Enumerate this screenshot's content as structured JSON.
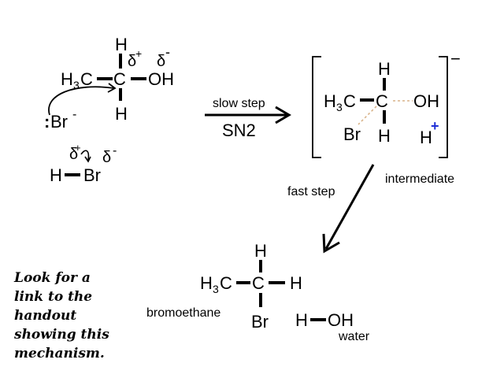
{
  "reactant": {
    "ch3": "H",
    "ch3_sub": "3",
    "ch3_c": "C",
    "carbon": "C",
    "h_top": "H",
    "h_bottom": "H",
    "oh": "OH",
    "delta_plus": "δ",
    "delta_plus_sign": "+",
    "delta_minus": "δ",
    "delta_minus_sign": "-",
    "bromide": "Br",
    "bromide_charge": "-",
    "lone_pair": ":"
  },
  "hbr": {
    "h": "H",
    "br": "Br",
    "delta_plus": "δ",
    "delta_plus_sign": "+",
    "delta_minus": "δ",
    "delta_minus_sign": "-"
  },
  "arrow_main": {
    "top_label": "slow step",
    "bottom_label": "SN2"
  },
  "intermediate": {
    "ch3": "H",
    "ch3_sub": "3",
    "ch3_c": "C",
    "carbon": "C",
    "h_top": "H",
    "h_bottom": "H",
    "oh": "OH",
    "br": "Br",
    "h_ion": "H",
    "h_ion_charge": "+",
    "bracket_charge": "−",
    "label": "intermediate"
  },
  "arrow_second": {
    "label": "fast step"
  },
  "product": {
    "ch3": "H",
    "ch3_sub": "3",
    "ch3_c": "C",
    "carbon": "C",
    "h_top": "H",
    "h_right": "H",
    "br": "Br",
    "name": "bromoethane",
    "water_h": "H",
    "water_oh": "OH",
    "water_name": "water"
  },
  "note": {
    "lines": [
      "Look for a",
      "link to the",
      "handout",
      "showing this",
      "mechanism."
    ]
  },
  "colors": {
    "ink": "#000000",
    "dashed_bond": "#d9b48a",
    "plus_blue": "#1f2fd6"
  }
}
